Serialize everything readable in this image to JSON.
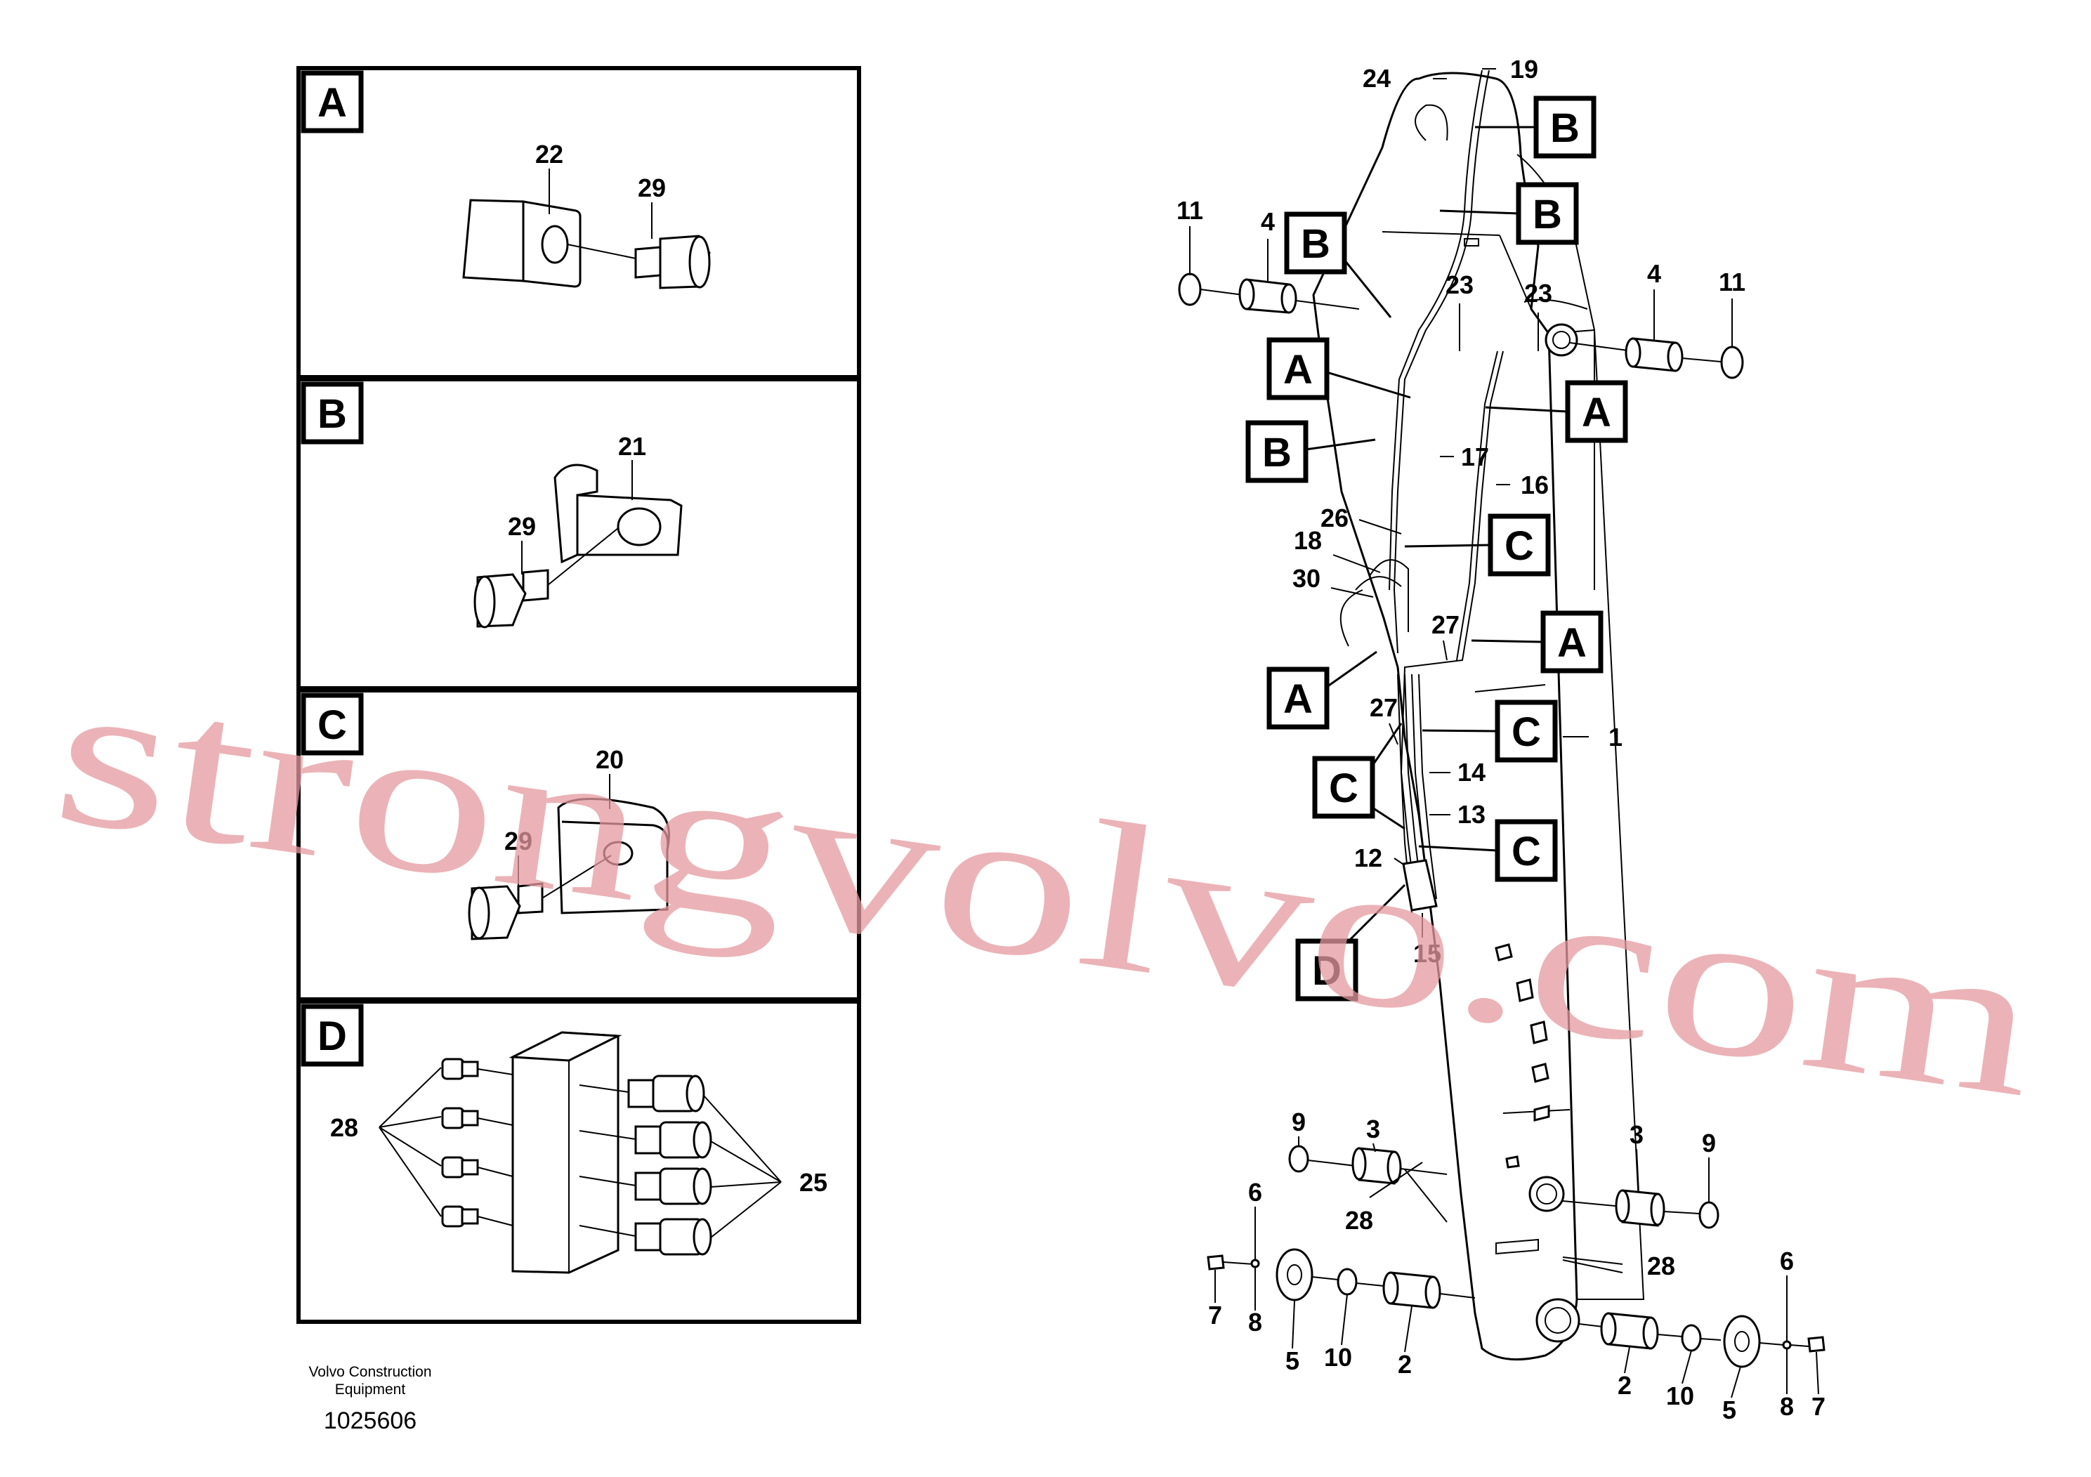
{
  "panels": [
    {
      "letter": "A",
      "parts": [
        "22",
        "29"
      ]
    },
    {
      "letter": "B",
      "parts": [
        "21",
        "29"
      ]
    },
    {
      "letter": "C",
      "parts": [
        "20",
        "29"
      ]
    },
    {
      "letter": "D",
      "parts": [
        "28",
        "25"
      ]
    }
  ],
  "callouts": [
    "A",
    "B",
    "C",
    "D"
  ],
  "part_numbers": [
    "1",
    "2",
    "3",
    "4",
    "5",
    "6",
    "7",
    "8",
    "9",
    "10",
    "11",
    "12",
    "13",
    "14",
    "15",
    "16",
    "17",
    "18",
    "19",
    "20",
    "21",
    "22",
    "23",
    "24",
    "25",
    "26",
    "27",
    "28",
    "29",
    "30"
  ],
  "footer": {
    "company_line1": "Volvo Construction",
    "company_line2": "Equipment",
    "drawing_number": "1025606"
  },
  "watermark": "strongvolvo.com"
}
